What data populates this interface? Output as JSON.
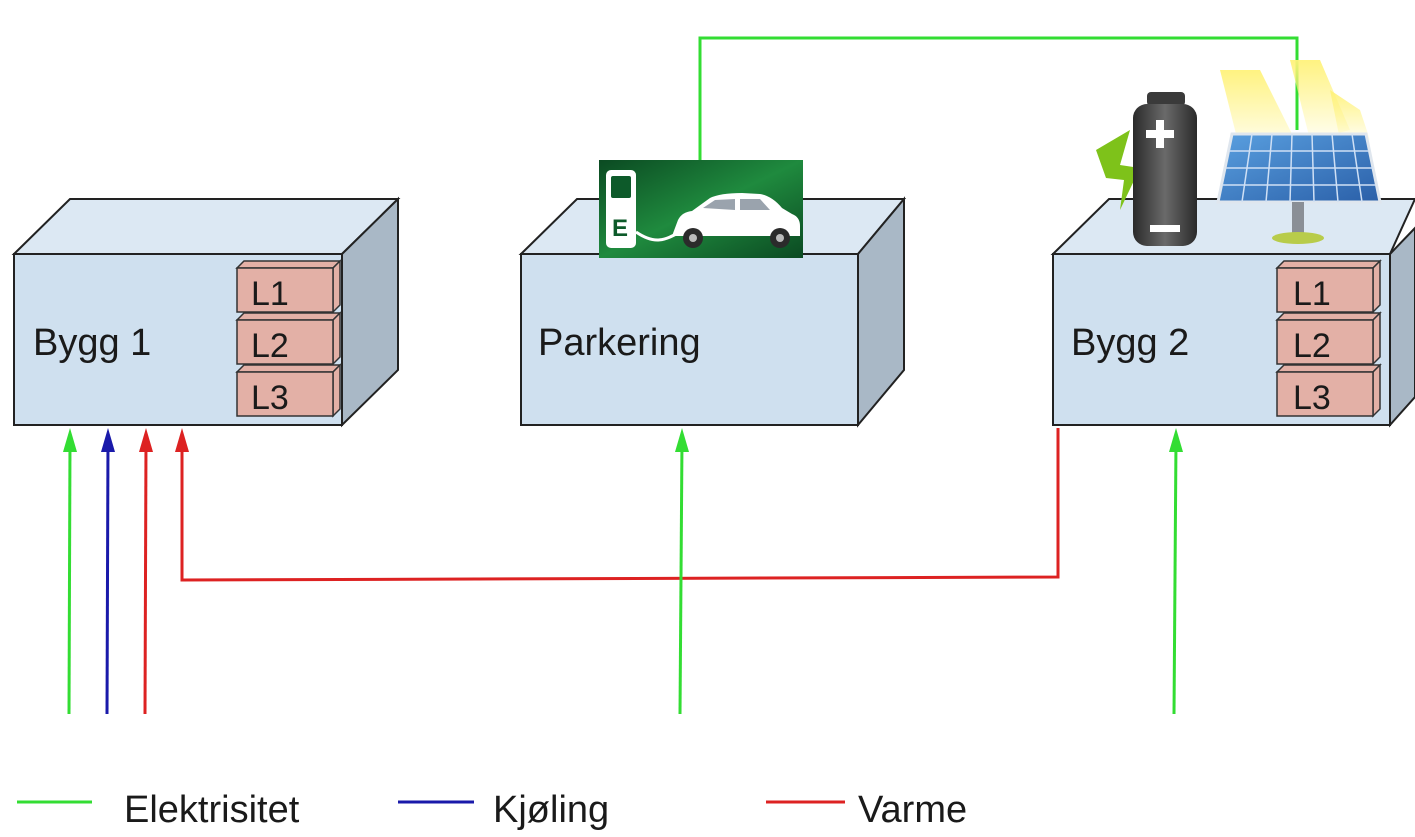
{
  "colors": {
    "electricity": "#33dd33",
    "cooling": "#1a1aaa",
    "heating": "#dd2222",
    "box_front": "#cfe0ef",
    "box_top": "#dce8f3",
    "box_side": "#a9b8c6",
    "level_fill": "#e3b0a6",
    "ev_bg": "#0d5a2a"
  },
  "buildings": [
    {
      "id": "bygg1",
      "label": "Bygg 1",
      "levels": [
        "L1",
        "L2",
        "L3"
      ]
    },
    {
      "id": "parkering",
      "label": "Parkering",
      "levels": []
    },
    {
      "id": "bygg2",
      "label": "Bygg 2",
      "levels": [
        "L1",
        "L2",
        "L3"
      ]
    }
  ],
  "icons": {
    "ev_charger": "ev-charging-station-icon",
    "battery": "battery-icon",
    "solar_panel": "solar-panel-icon"
  },
  "ev_sign_letter": "E",
  "legend": [
    {
      "key": "electricity",
      "label": "Elektrisitet"
    },
    {
      "key": "cooling",
      "label": "Kjøling"
    },
    {
      "key": "heating",
      "label": "Varme"
    }
  ]
}
